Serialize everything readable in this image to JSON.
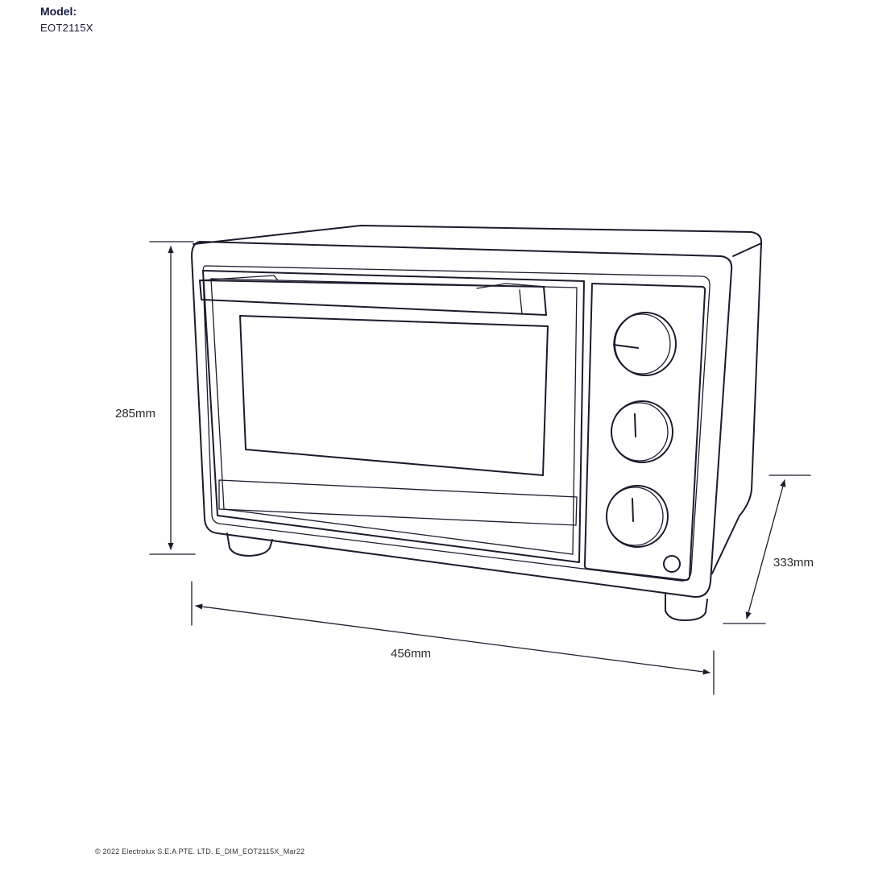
{
  "header": {
    "model_label": "Model:",
    "model_number": "EOT2115X"
  },
  "dimensions": {
    "height": "285mm",
    "width": "456mm",
    "depth": "333mm"
  },
  "footer": {
    "copyright": "© 2022 Electrolux S.E.A PTE. LTD.  E_DIM_EOT2115X_Mar22"
  }
}
